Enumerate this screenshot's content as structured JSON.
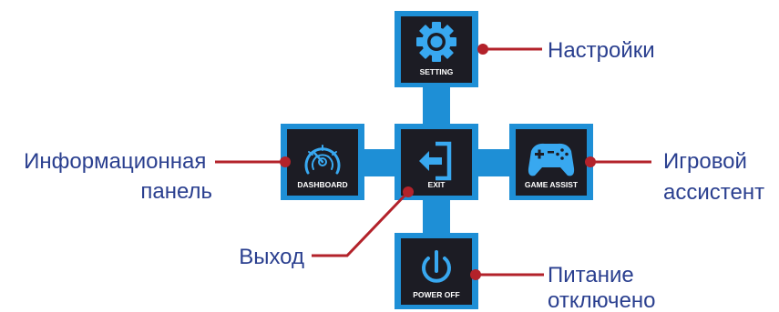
{
  "buttons": {
    "setting": {
      "label": "SETTING",
      "icon": "gear-icon"
    },
    "dashboard": {
      "label": "DASHBOARD",
      "icon": "speedometer-icon"
    },
    "exit": {
      "label": "EXIT",
      "icon": "exit-arrow-icon"
    },
    "game_assist": {
      "label": "GAME ASSIST",
      "icon": "gamepad-icon"
    },
    "power_off": {
      "label": "POWER OFF",
      "icon": "power-icon"
    }
  },
  "callouts": {
    "setting": [
      "Настройки"
    ],
    "dashboard": [
      "Информационная",
      "панель"
    ],
    "exit": [
      "Выход"
    ],
    "game_assist": [
      "Игровой",
      "ассистент"
    ],
    "power_off": [
      "Питание",
      "отключено"
    ]
  },
  "colors": {
    "connector_blue": "#1e8fd6",
    "tile_background": "#1c1c24",
    "icon_blue": "#38a8f0",
    "leader_red": "#b3222a",
    "callout_text": "#2a3f8f"
  }
}
